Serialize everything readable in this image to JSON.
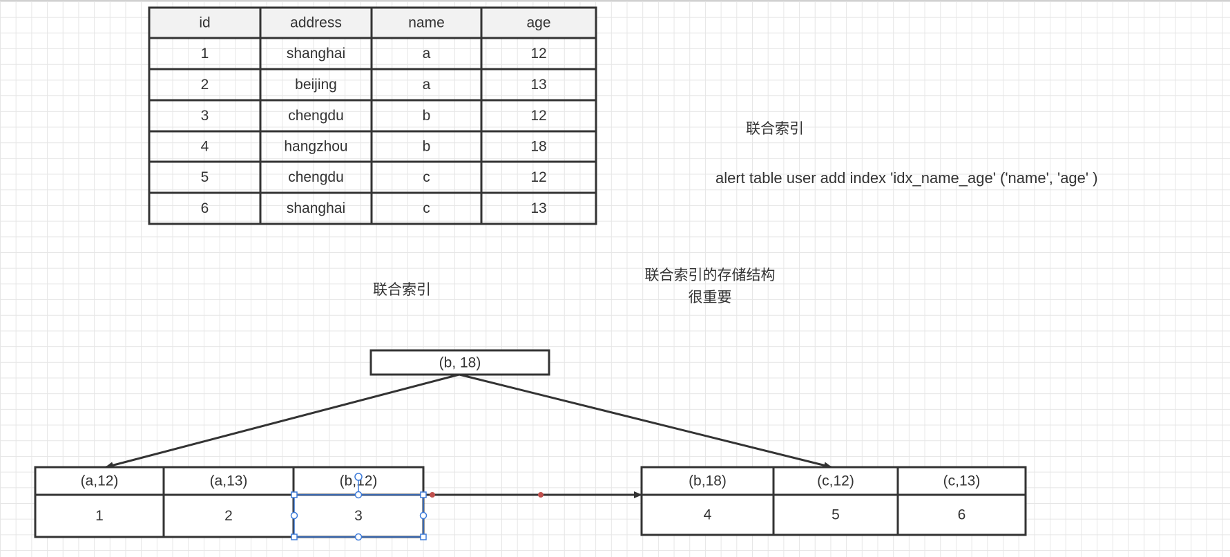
{
  "table": {
    "headers": [
      "id",
      "address",
      "name",
      "age"
    ],
    "rows": [
      [
        "1",
        "shanghai",
        "a",
        "12"
      ],
      [
        "2",
        "beijing",
        "a",
        "13"
      ],
      [
        "3",
        "chengdu",
        "b",
        "12"
      ],
      [
        "4",
        "hangzhou",
        "b",
        "18"
      ],
      [
        "5",
        "chengdu",
        "c",
        "12"
      ],
      [
        "6",
        "shanghai",
        "c",
        "13"
      ]
    ]
  },
  "notes": {
    "title_right": "联合索引",
    "sql": "alert table user add index 'idx_name_age' ('name', 'age'  )",
    "title_left": "联合索引",
    "structure_line1": "联合索引的存储结构",
    "structure_line2": "很重要"
  },
  "tree": {
    "root": "(b, 18)",
    "left_leaf": {
      "keys": [
        "(a,12)",
        "(a,13)",
        "(b,12)"
      ],
      "ids": [
        "1",
        "2",
        "3"
      ]
    },
    "right_leaf": {
      "keys": [
        "(b,18)",
        "(c,12)",
        "(c,13)"
      ],
      "ids": [
        "4",
        "5",
        "6"
      ]
    }
  },
  "colors": {
    "line": "#333333",
    "selection": "#3d7bd9",
    "waypoint": "#c0504d"
  }
}
